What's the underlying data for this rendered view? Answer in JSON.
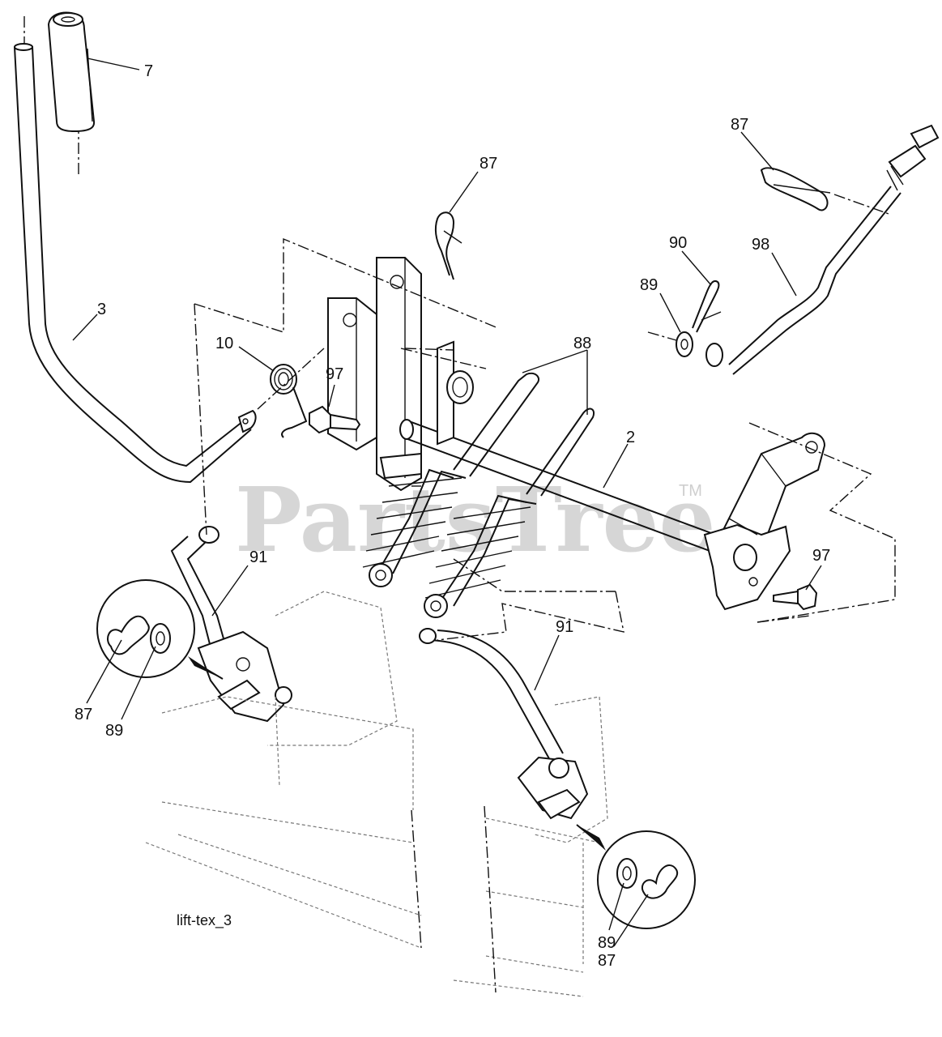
{
  "diagram": {
    "watermark": "PartsTree",
    "watermark_mark": "TM",
    "caption": "lift-tex_3",
    "callouts": {
      "c7": "7",
      "c3": "3",
      "c10": "10",
      "c97a": "97",
      "c87a": "87",
      "c88": "88",
      "c87b": "87",
      "c90": "90",
      "c98": "98",
      "c89a": "89",
      "c2": "2",
      "c97b": "97",
      "c91a": "91",
      "c87c": "87",
      "c89b": "89",
      "c91b": "91",
      "c89c": "89",
      "c87d": "87"
    }
  }
}
